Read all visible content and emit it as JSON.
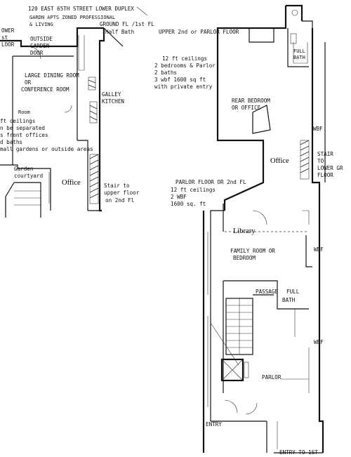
{
  "header": {
    "line1": "120 EAST 65TH STREET LOWER DUPLEX",
    "line2": "GARDN APTS  ZONED PROFESSIONAL",
    "line3": "& LIVING"
  },
  "ground_floor": {
    "heading": "GROUND FL /1st FL",
    "edge_label": [
      "OWER",
      "st",
      "LOOR"
    ],
    "outside_garden_door": [
      "OUTSIDE",
      "GARDEN",
      "DOOR"
    ],
    "half_bath": "Half Bath",
    "dining_room": [
      "LARGE DINING ROOM",
      "OR",
      "CONFERENCE ROOM"
    ],
    "galley_kitchen": [
      "GALLEY",
      "KITCHEN"
    ],
    "room": "Room",
    "notes": [
      "ft ceilings",
      "n be separated",
      "s front offices",
      "d baths",
      "mall gardens or outside areas"
    ],
    "garden_courtyard": [
      "Garden",
      "courtyard"
    ],
    "office": "Office",
    "stair": [
      "Stair to",
      "upper floor",
      "on 2nd Fl"
    ]
  },
  "upper_floor": {
    "heading": "UPPER 2nd  or PARLOR FLOOR",
    "full_bath_top": [
      "FULL",
      "BATH"
    ],
    "specs": [
      "12 ft ceilings",
      "2 bedrooms & Parlor",
      "2 baths",
      "3 wbf  1600 sq ft",
      "with private entry"
    ],
    "rear_bedroom": [
      "REAR BEDROOM",
      "OR OFFICE"
    ],
    "wbf_top": "WBF",
    "office": "Office",
    "stair_lower": [
      "STAIR",
      "TO",
      "LOWER GR",
      "FLOOR"
    ],
    "parlor_floor": [
      "PARLOR FLOOR OR 2nd FL",
      "12 ft ceilings",
      "2 WBF",
      "1600 sq. ft"
    ],
    "library": "Library",
    "family_room": [
      "FAMILY ROOM OR",
      "BEDROOM"
    ],
    "wbf_mid": "WBF",
    "passage": "PASSAGE",
    "full_bath_bottom": [
      "FULL",
      "BATH"
    ],
    "wbf_bottom": "WBF",
    "parlor": "PARLOR",
    "entry": "ENTRY",
    "entry_to_1st": "ENTRY TO 1ST"
  }
}
